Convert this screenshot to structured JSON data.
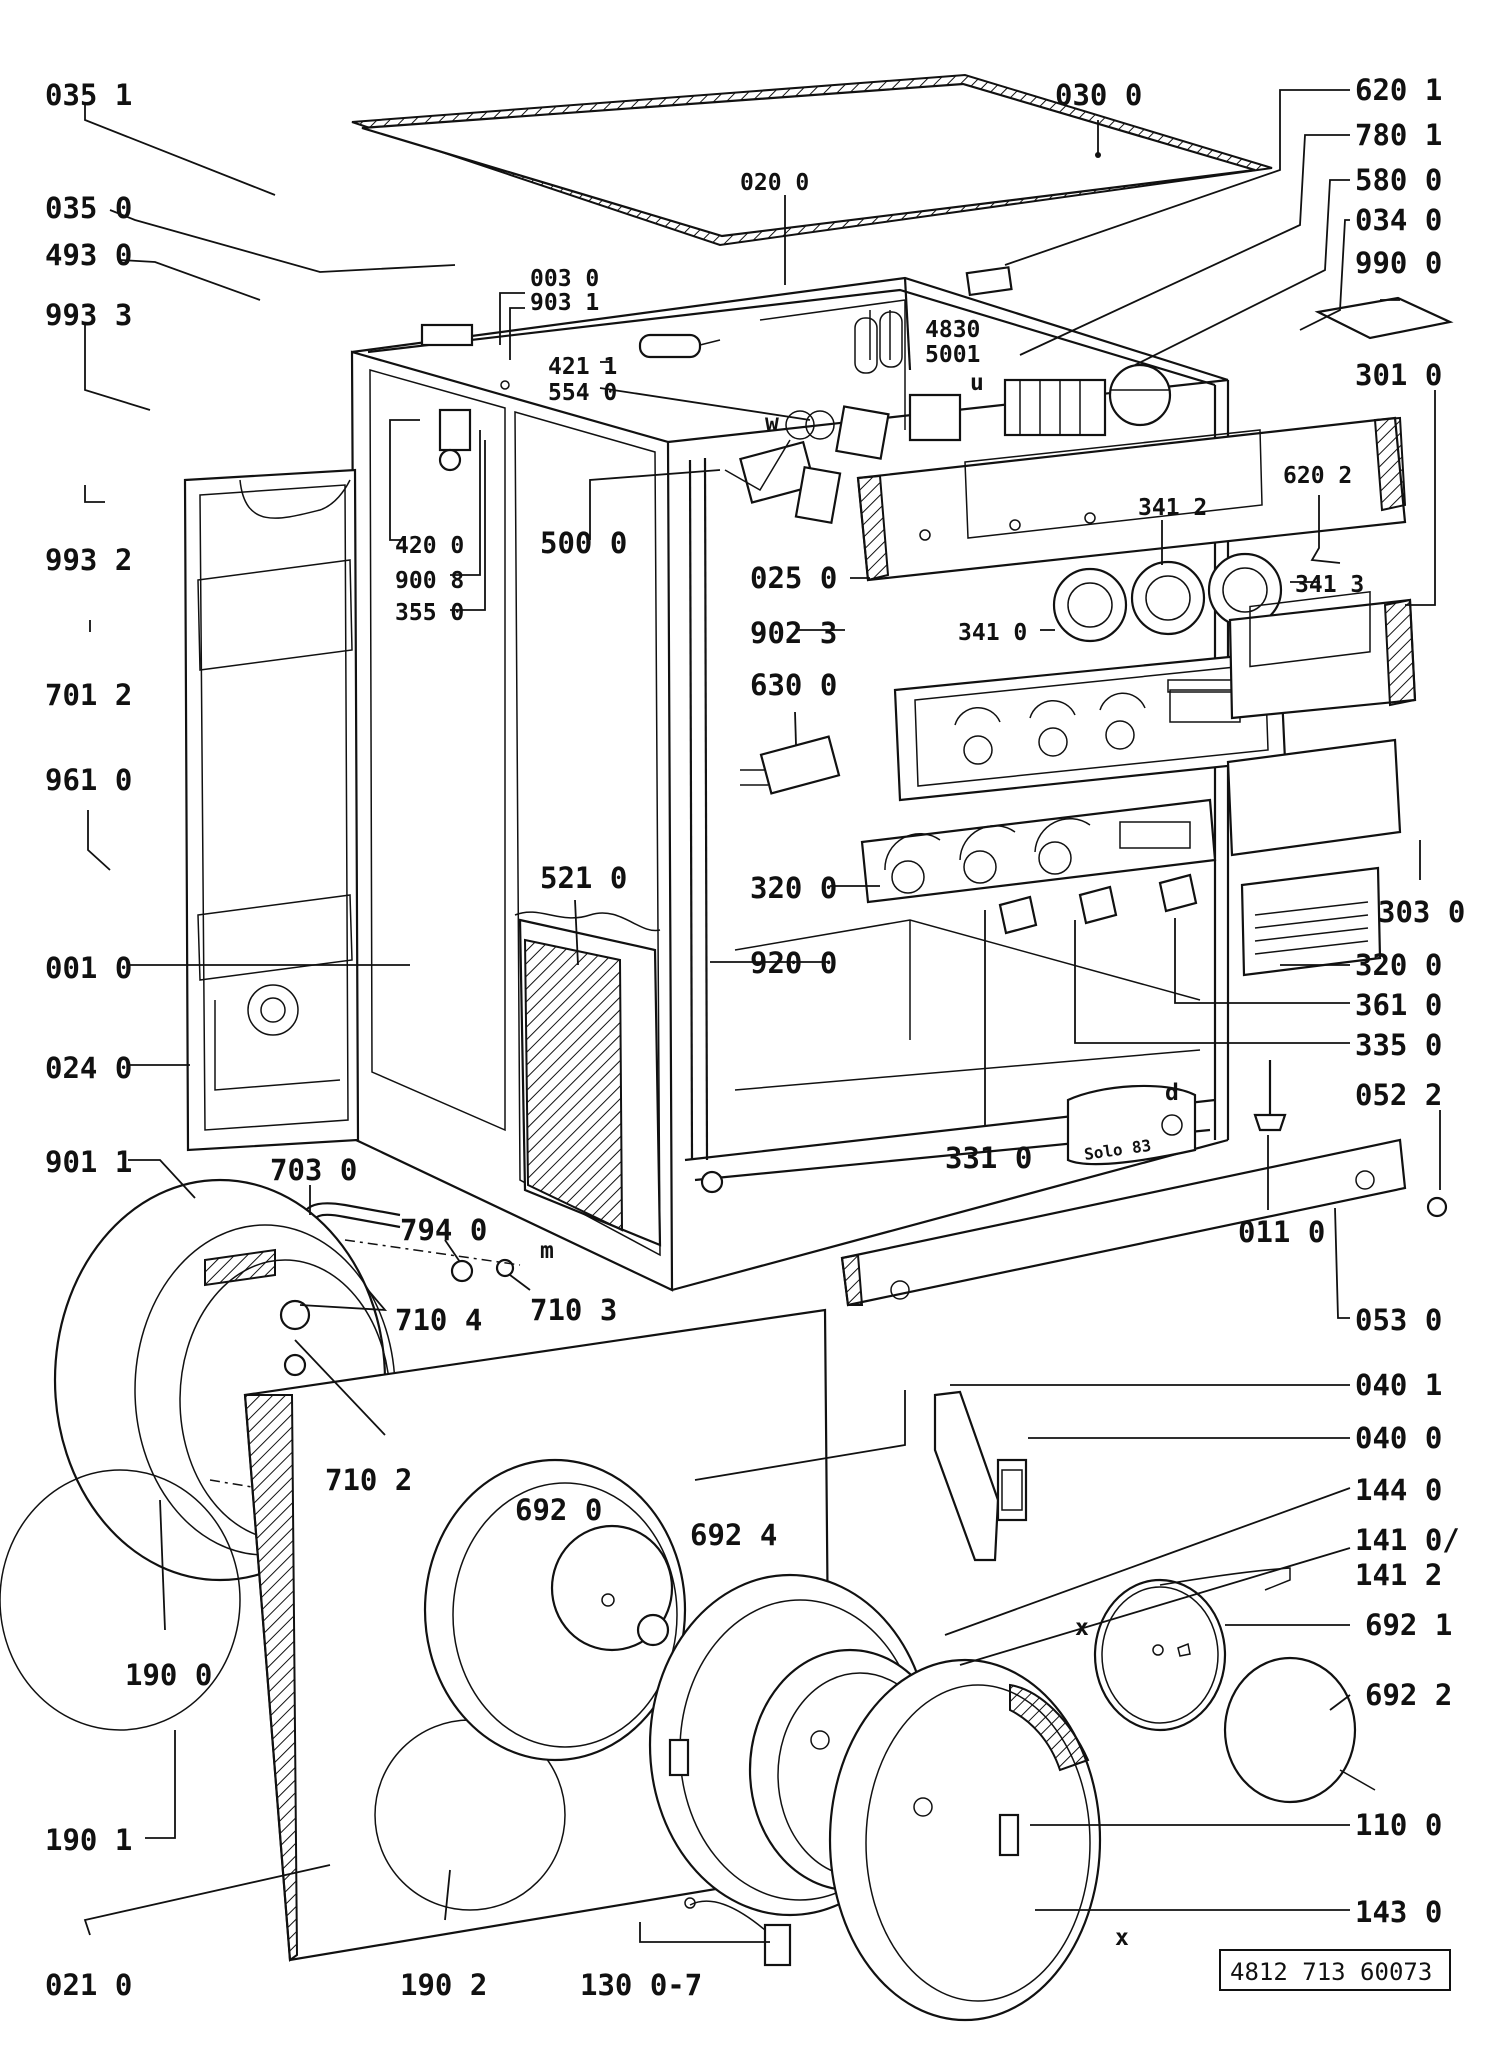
{
  "reference": "4812 713 60073",
  "letters": {
    "u": "u",
    "w": "w",
    "m": "m",
    "x_left": "x",
    "x_bottom": "x",
    "d": "d",
    "brand": "Solo 83"
  },
  "labels": [
    "035 1",
    "035 0",
    "493 0",
    "993 3",
    "993 2",
    "701 2",
    "961 0",
    "001 0",
    "024 0",
    "901 1",
    "703 0",
    "794 0",
    "710 4",
    "710 3",
    "710 2",
    "190 0",
    "190 1",
    "021 0",
    "190 2",
    "130 0-7",
    "692 0",
    "692 4",
    "003 0",
    "903 1",
    "421 1",
    "554 0",
    "420 0",
    "900 8",
    "355 0",
    "500 0",
    "521 0",
    "020 0",
    "030 0",
    "4830",
    "5001",
    "620 1",
    "780 1",
    "580 0",
    "034 0",
    "990 0",
    "301 0",
    "620 2",
    "341 2",
    "341 3",
    "025 0",
    "341 0",
    "902 3",
    "630 0",
    "320 0",
    "920 0",
    "331 0",
    "303 0",
    "320 0",
    "361 0",
    "335 0",
    "052 2",
    "011 0",
    "053 0",
    "040 1",
    "040 0",
    "144 0",
    "141 0/",
    "141 2",
    "692 1",
    "692 2",
    "110 0",
    "143 0"
  ]
}
